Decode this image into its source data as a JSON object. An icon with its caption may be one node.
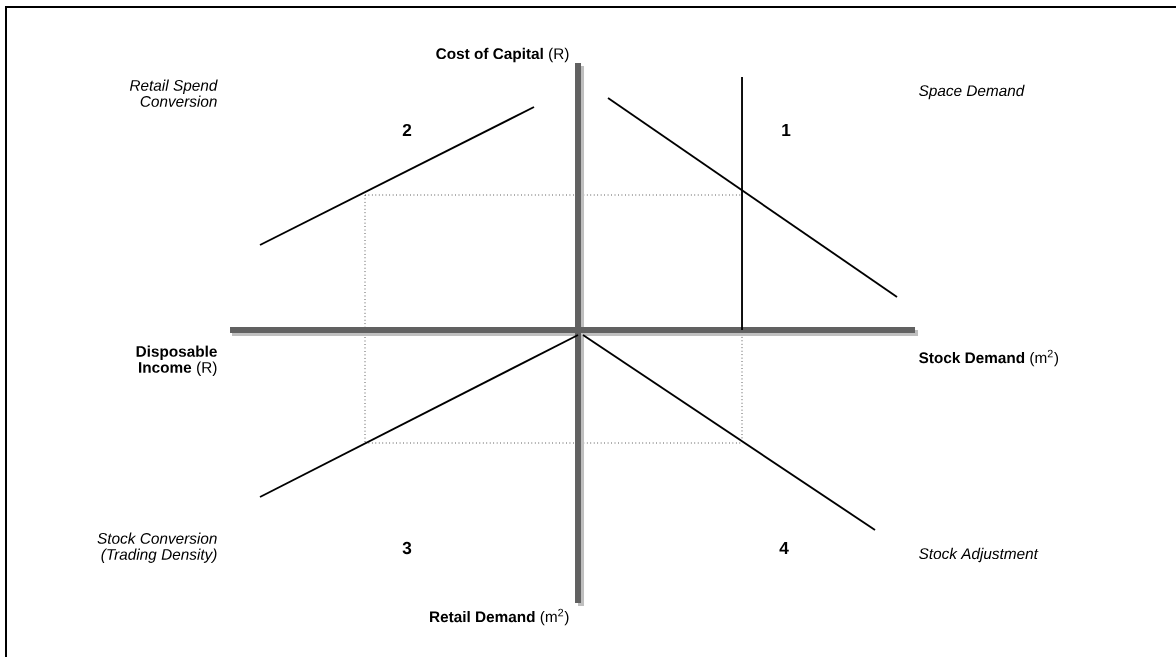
{
  "diagram": {
    "labels": [
      "**Cost of Capital** (R)",
      "Retail Spend Conversion",
      "2",
      "1",
      "Space Demand",
      "**Disposable Income** (R)",
      "**Stock Demand** (m$^{2}$)",
      "Stock Conversion (Trading Density)",
      "3",
      "4",
      "Stock Adjustment",
      "**Retail Demand** (m$^{2}$)"
    ]
  }
}
